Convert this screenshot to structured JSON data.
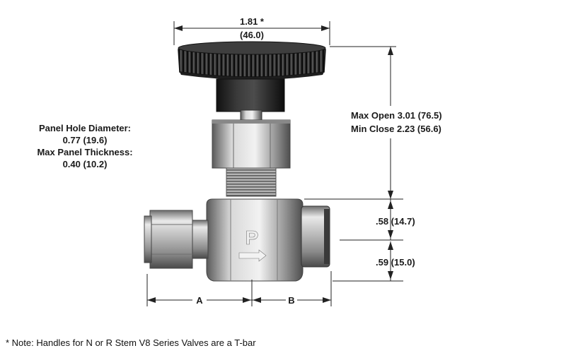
{
  "dimensions": {
    "top_width": "1.81 *",
    "top_width_mm": "(46.0)",
    "max_open": "Max Open 3.01 (76.5)",
    "min_close": "Min Close 2.23 (56.6)",
    "upper_right": ".58 (14.7)",
    "lower_right": ".59 (15.0)",
    "bottom_left_letter": "A",
    "bottom_right_letter": "B"
  },
  "panel_info": {
    "hole_label": "Panel Hole Diameter:",
    "hole_value": "0.77 (19.6)",
    "thickness_label": "Max Panel Thickness:",
    "thickness_value": "0.40 (10.2)"
  },
  "body_mark": "P",
  "note": "* Note: Handles for N or R Stem V8 Series Valves are a T-bar"
}
